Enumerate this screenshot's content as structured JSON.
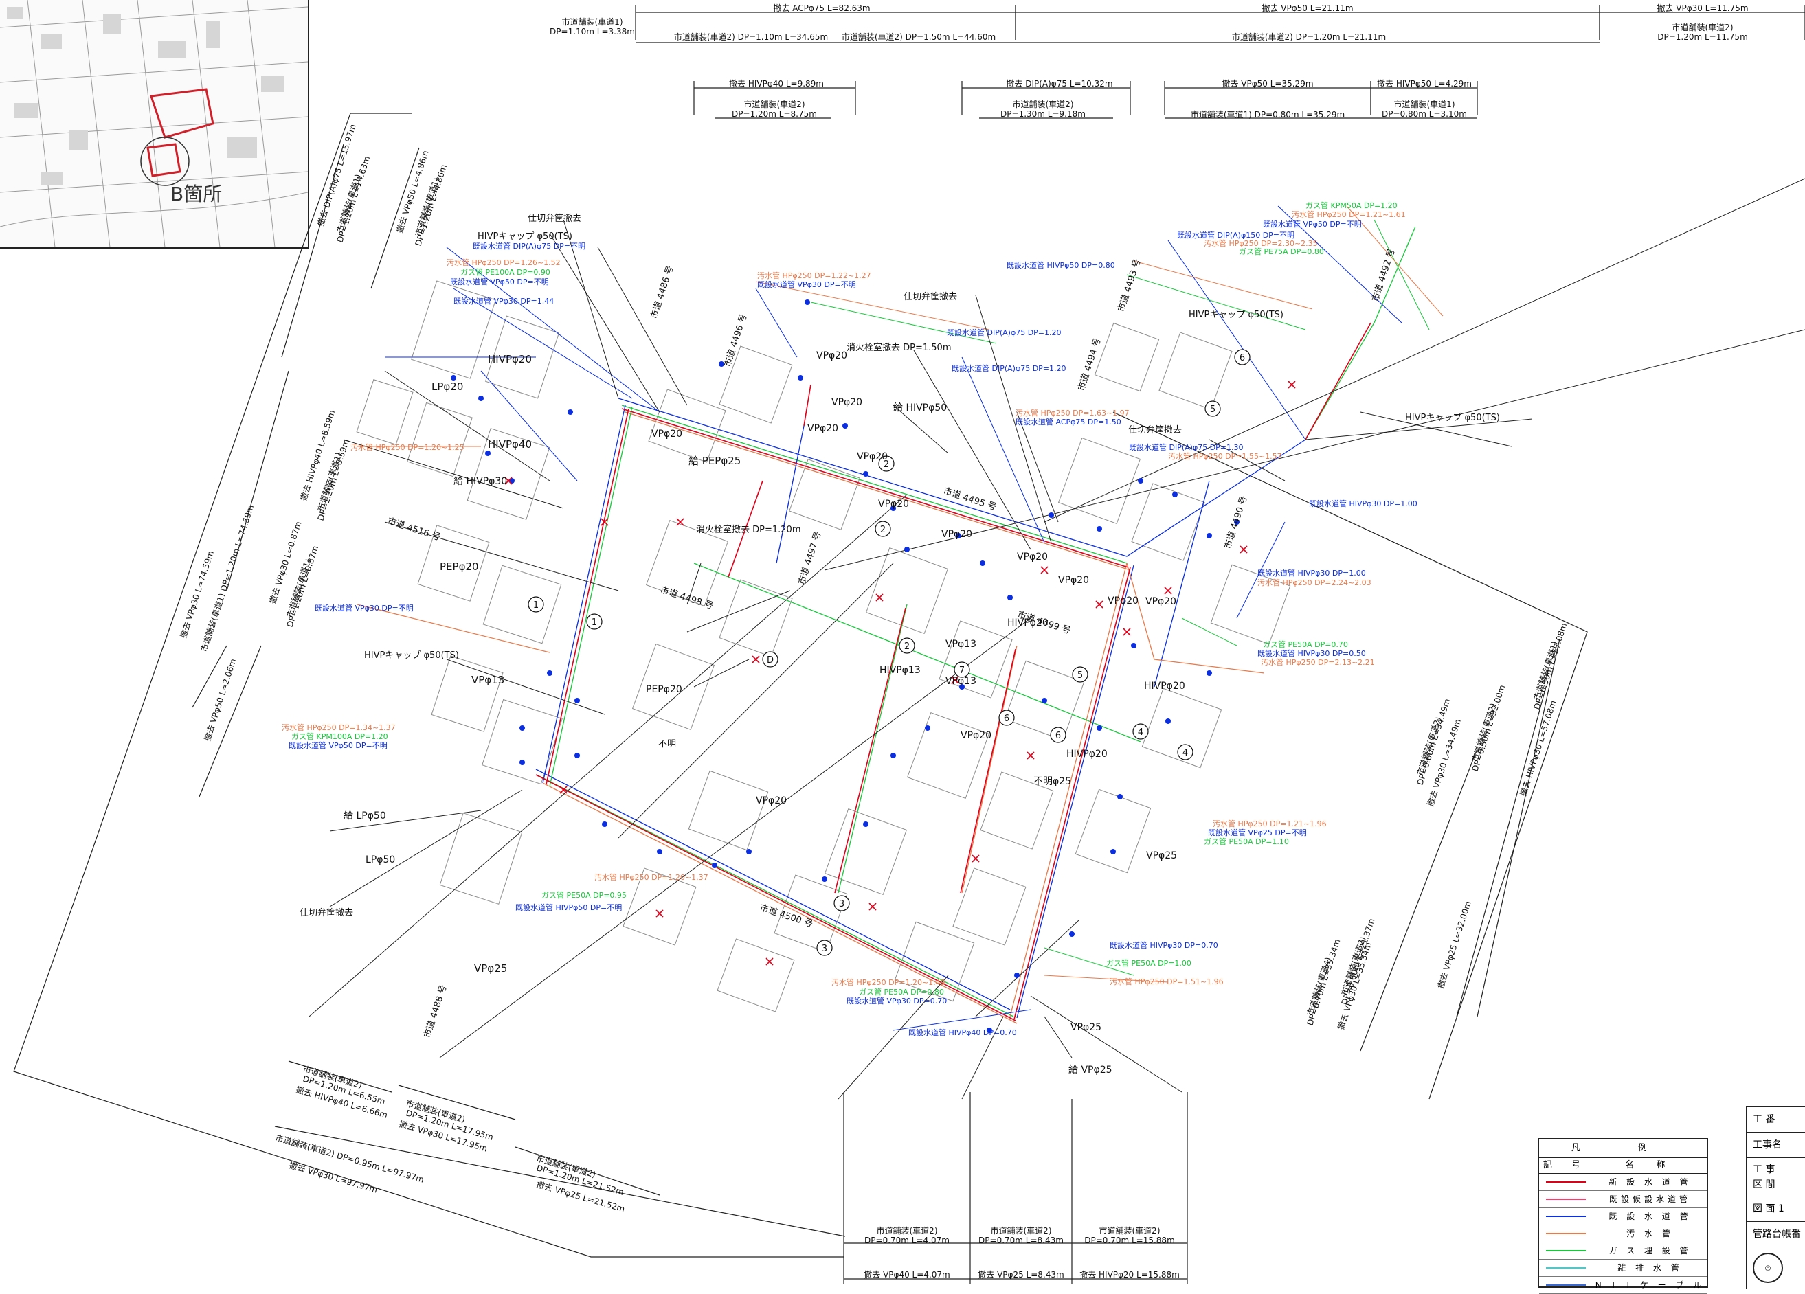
{
  "inset_map": {
    "area_label": "B箇所"
  },
  "top_dimensions": {
    "removal": [
      {
        "text": "撤去 ACPφ75 L=82.63m"
      },
      {
        "text": "撤去 VPφ50 L=21.11m"
      },
      {
        "text": "撤去 VPφ30 L=11.75m"
      },
      {
        "text": "撤去 HIVPφ40 L=9.89m"
      },
      {
        "text": "撤去 DIP(A)φ75 L=10.32m"
      },
      {
        "text": "撤去 VPφ50 L=35.29m"
      },
      {
        "text": "撤去 HIVPφ50 L=4.29m"
      }
    ],
    "paving": [
      {
        "text": "市道舗装(車道1)",
        "sub": "DP=1.10m L=3.38m"
      },
      {
        "text": "市道舗装(車道2) DP=1.10m L=34.65m"
      },
      {
        "text": "市道舗装(車道2) DP=1.50m L=44.60m"
      },
      {
        "text": "市道舗装(車道2) DP=1.20m L=21.11m"
      },
      {
        "text": "市道舗装(車道2)",
        "sub": "DP=1.20m L=11.75m"
      },
      {
        "text": "市道舗装(車道2)",
        "sub": "DP=1.20m L=8.75m"
      },
      {
        "text": "市道舗装(車道2)",
        "sub": "DP=1.30m L=9.18m"
      },
      {
        "text": "市道舗装(車道1) DP=0.80m L=35.29m"
      },
      {
        "text": "市道舗装(車道1)",
        "sub": "DP=0.80m L=3.10m"
      }
    ]
  },
  "bottom_dimensions": [
    {
      "text": "市道舗装(車道2)",
      "sub": "DP=0.70m L=4.07m"
    },
    {
      "text": "市道舗装(車道2)",
      "sub": "DP=0.70m L=8.43m"
    },
    {
      "text": "市道舗装(車道2)",
      "sub": "DP=0.70m L=15.88m"
    },
    {
      "text": "撤去 VPφ40 L=4.07m"
    },
    {
      "text": "撤去 VPφ25 L=8.43m"
    },
    {
      "text": "撤去 HIVPφ20 L=15.88m"
    }
  ],
  "left_dimensions": [
    {
      "text": "撤去 DIP(A)φ75 L=15.97m"
    },
    {
      "text": "市道舗装(車道1)",
      "sub": "DP=1.20m L=14.63m"
    },
    {
      "text": "撤去 VPφ50 L=4.86m"
    },
    {
      "text": "市道舗装(車道1)",
      "sub": "DP=1.20m L=4.86m"
    },
    {
      "text": "撤去 VPφ30 L=74.59m"
    },
    {
      "text": "市道舗装(車道1) DP=1.20m L=74.59m"
    },
    {
      "text": "撤去 HIVPφ40 L=8.59m"
    },
    {
      "text": "市道舗装(車道1)",
      "sub": "DP=1.20m L=8.59m"
    },
    {
      "text": "撤去 VPφ30 L=0.87m"
    },
    {
      "text": "市道舗装(車道1)",
      "sub": "DP=1.20m L=0.87m"
    },
    {
      "text": "撤去 VPφ50 L=2.06m"
    }
  ],
  "bottom_left_dimensions": [
    {
      "text": "市道舗装(車道2)",
      "sub": "DP=1.20m L=6.55m"
    },
    {
      "text": "撤去 HIVPφ40 L=6.66m"
    },
    {
      "text": "市道舗装(車道2)",
      "sub": "DP=1.20m L=17.95m"
    },
    {
      "text": "撤去 VPφ30 L=17.95m"
    },
    {
      "text": "市道舗装(車道2) DP=0.95m L=97.97m"
    },
    {
      "text": "撤去 VPφ30 L=97.97m"
    },
    {
      "text": "市道舗装(車道2)",
      "sub": "DP=1.20m L=21.52m"
    },
    {
      "text": "撤去 VPφ25 L=21.52m"
    }
  ],
  "right_dimensions": [
    {
      "text": "市道舗装(車道1)",
      "sub": "DP=0.50m L=57.08m"
    },
    {
      "text": "撤去 HIVPφ30 L=57.08m"
    },
    {
      "text": "市道舗装(車道2)",
      "sub": "DP=0.60m L=34.49m"
    },
    {
      "text": "撤去 VPφ30 L=34.49m"
    },
    {
      "text": "市道舗装(車道2)",
      "sub": "DP=0.50m L=32.00m"
    },
    {
      "text": "撤去 VPφ25 L=32.00m"
    },
    {
      "text": "市道舗装(車道2)",
      "sub": "DP=0.60m L=21.37m"
    },
    {
      "text": "市道舗装(車道4)",
      "sub": "DP=0.70m L=35.34m"
    },
    {
      "text": "撤去 VPφ30 L=35.34m"
    }
  ],
  "annotations": [
    {
      "text": "仕切弁筐撤去"
    },
    {
      "text": "HIVPキャップ φ50(TS)"
    },
    {
      "text": "既設水道管 DIP(A)φ75 DP=不明"
    },
    {
      "text": "汚水管 HPφ250 DP=1.26~1.52"
    },
    {
      "text": "ガス管 PE100A DP=0.90"
    },
    {
      "text": "既設水道管 VPφ50 DP=不明"
    },
    {
      "text": "既設水道管 VPφ30 DP=1.44"
    },
    {
      "text": "HIVPφ20"
    },
    {
      "text": "LPφ20"
    },
    {
      "text": "汚水管 HPφ250 DP=1.20~1.25"
    },
    {
      "text": "給 HIVPφ30"
    },
    {
      "text": "HIVPφ40"
    },
    {
      "text": "PEPφ20"
    },
    {
      "text": "既設水道管 VPφ30 DP=不明"
    },
    {
      "text": "HIVPキャップ φ50(TS)"
    },
    {
      "text": "VPφ13"
    },
    {
      "text": "汚水管 HPφ250 DP=1.34~1.37"
    },
    {
      "text": "ガス管 KPM100A DP=1.20"
    },
    {
      "text": "既設水道管 VPφ50 DP=不明"
    },
    {
      "text": "給 LPφ50"
    },
    {
      "text": "LPφ50"
    },
    {
      "text": "仕切弁筐撤去"
    },
    {
      "text": "VPφ25"
    },
    {
      "text": "消火栓室撤去 DP=1.50m"
    },
    {
      "text": "消火栓室撤去 DP=1.20m"
    },
    {
      "text": "給 PEPφ25"
    },
    {
      "text": "給 HIVPφ50"
    },
    {
      "text": "仕切弁筐撤去"
    },
    {
      "text": "汚水管 HPφ250 DP=1.22~1.27"
    },
    {
      "text": "既設水道管 VPφ30 DP=不明"
    },
    {
      "text": "既設水道管 HIVPφ50 DP=0.80"
    },
    {
      "text": "既設水道管 DIP(A)φ75 DP=1.20"
    },
    {
      "text": "既設水道管 DIP(A)φ75 DP=1.20"
    },
    {
      "text": "汚水管 HPφ250 DP=1.63~1.97"
    },
    {
      "text": "既設水道管 ACPφ75 DP=1.50"
    },
    {
      "text": "既設水道管 DIP(A)φ75 DP=1.30"
    },
    {
      "text": "汚水管 HPφ250 DP=1.55~1.57"
    },
    {
      "text": "仕切弁筐撤去"
    },
    {
      "text": "HIVPキャップ φ50(TS)"
    },
    {
      "text": "HIVPキャップ φ50(TS)"
    },
    {
      "text": "ガス管 KPM50A DP=1.20"
    },
    {
      "text": "汚水管 HPφ250 DP=1.21~1.61"
    },
    {
      "text": "既設水道管 VPφ50 DP=不明"
    },
    {
      "text": "既設水道管 DIP(A)φ150 DP=不明"
    },
    {
      "text": "汚水管 HPφ250 DP=2.30~2.35"
    },
    {
      "text": "ガス管 PE75A DP=0.80"
    },
    {
      "text": "既設水道管 HIVPφ30 DP=1.00"
    },
    {
      "text": "既設水道管 HIVPφ30 DP=1.00"
    },
    {
      "text": "汚水管 HPφ250 DP=2.24~2.03"
    },
    {
      "text": "ガス管 PE50A DP=0.70"
    },
    {
      "text": "既設水道管 HIVPφ30 DP=0.50"
    },
    {
      "text": "汚水管 HPφ250 DP=2.13~2.21"
    },
    {
      "text": "汚水管 HPφ250 DP=1.21~1.96"
    },
    {
      "text": "既設水道管 VPφ25 DP=不明"
    },
    {
      "text": "ガス管 PE50A DP=1.10"
    },
    {
      "text": "汚水管 HPφ250 DP=1.20~1.37"
    },
    {
      "text": "ガス管 PE50A DP=0.95"
    },
    {
      "text": "既設水道管 HIVPφ50 DP=不明"
    },
    {
      "text": "汚水管 HPφ250 DP=1.20~1.49"
    },
    {
      "text": "ガス管 PE50A DP=0.80"
    },
    {
      "text": "既設水道管 VPφ30 DP=0.70"
    },
    {
      "text": "既設水道管 HIVPφ40 DP=0.70"
    },
    {
      "text": "既設水道管 HIVPφ30 DP=0.70"
    },
    {
      "text": "ガス管 PE50A DP=1.00"
    },
    {
      "text": "汚水管 HPφ250 DP=1.51~1.96"
    },
    {
      "text": "給 VPφ25"
    },
    {
      "text": "不明φ25"
    },
    {
      "text": "不明"
    }
  ],
  "road_labels": [
    "市道 4486 号",
    "市道 4496 号",
    "市道 4516 号",
    "市道 4498 号",
    "市道 4495 号",
    "市道 4497 号",
    "市道 4494 号",
    "市道 4499 号",
    "市道 4490 号",
    "市道 4500 号",
    "市道 4493 号",
    "市道 4488 号",
    "市道 4492 号"
  ],
  "node_labels": [
    "VPφ20",
    "VPφ20",
    "VPφ20",
    "VPφ20",
    "VPφ20",
    "VPφ20",
    "VPφ20",
    "VPφ20",
    "VPφ20",
    "VPφ20",
    "VPφ20",
    "VPφ20",
    "VPφ20",
    "VPφ13",
    "VPφ13",
    "HIVPφ20",
    "HIVPφ20",
    "HIVPφ20",
    "HIVPφ13",
    "PEPφ20",
    "VPφ25",
    "VPφ25"
  ],
  "legend": {
    "title": "凡 例",
    "col1": "記 号",
    "col2": "名 称",
    "items": [
      {
        "name": "新 設 水 道 管",
        "color": "#e0001a"
      },
      {
        "name": "既設仮設水道管",
        "color": "#ff3a6a"
      },
      {
        "name": "既 設 水 道 管",
        "color": "#0a2ee0"
      },
      {
        "name": "汚 水 管",
        "color": "#e87a4a"
      },
      {
        "name": "ガ ス 埋 設 管",
        "color": "#16c83a"
      },
      {
        "name": "雑 排 水 管",
        "color": "#2ad6d6"
      },
      {
        "name": "N T T ケ ー ブ ル",
        "color": "#3a6ad8"
      }
    ]
  },
  "title_block": {
    "rows": [
      "工 番",
      "工事名",
      "工 事\n区 間",
      "図 面 1",
      "管路台帳番"
    ]
  },
  "colors": {
    "new_water": "#e0001a",
    "existing_water": "#0a2ee0",
    "sewer": "#e87a4a",
    "gas": "#16c83a",
    "building": "#888888",
    "dim": "#222222"
  }
}
